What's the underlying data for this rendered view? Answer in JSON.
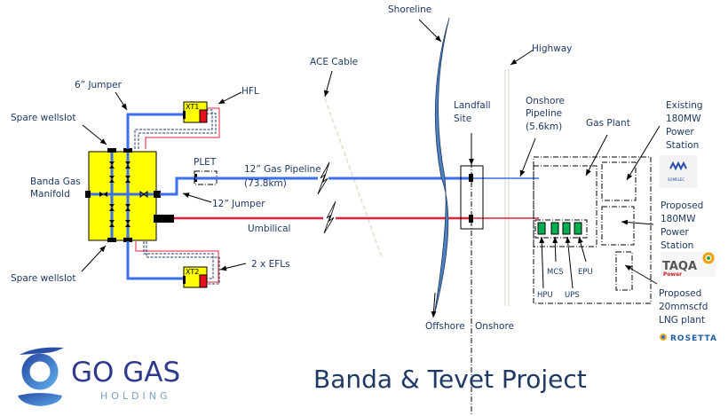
{
  "labels": {
    "jumper6": "6” Jumper",
    "hfl": "HFL",
    "spare_top": "Spare wellslot",
    "spare_bottom": "Spare wellslot",
    "manifold_l1": "Banda Gas",
    "manifold_l2": "Manifold",
    "plet": "PLET",
    "pipeline_l1": "12” Gas Pipeline",
    "pipeline_l2": "(73.8km)",
    "jumper12": "12” Jumper",
    "umbilical": "Umbilical",
    "efls": "2 x EFLs",
    "xt1": "XT1",
    "xt2": "XT2",
    "shoreline": "Shoreline",
    "ace_cable": "ACE Cable",
    "landfall_l1": "Landfall",
    "landfall_l2": "Site",
    "highway": "Highway",
    "onshore_pipe_l1": "Onshore",
    "onshore_pipe_l2": "Pipeline",
    "onshore_pipe_l3": "(5.6km)",
    "gas_plant": "Gas Plant",
    "existing_l1": "Existing",
    "existing_l2": "180MW",
    "existing_l3": "Power",
    "existing_l4": "Station",
    "proposed_l1": "Proposed",
    "proposed_l2": "180MW",
    "proposed_l3": "Power",
    "proposed_l4": "Station",
    "lng_l1": "Proposed",
    "lng_l2": "20mmscfd",
    "lng_l3": "LNG plant",
    "mcs": "MCS",
    "epu": "EPU",
    "hpu": "HPU",
    "ups": "UPS",
    "offshore": "Offshore",
    "onshore": "Onshore"
  },
  "logos": {
    "somelec": "SOMELEC",
    "taqa": "TAQA",
    "taqa_sub": "Power",
    "rosetta": "ROSETTA",
    "gogas": "GO GAS",
    "gogas_sub": "HOLDING"
  },
  "title": "Banda & Tevet Project",
  "colors": {
    "gas_line": "#3a6ff0",
    "umbilical": "#e8203c",
    "manifold": "#ffff00",
    "shoreline": "#4f81bd",
    "equipment": "#00b050",
    "title": "#1f3864"
  }
}
